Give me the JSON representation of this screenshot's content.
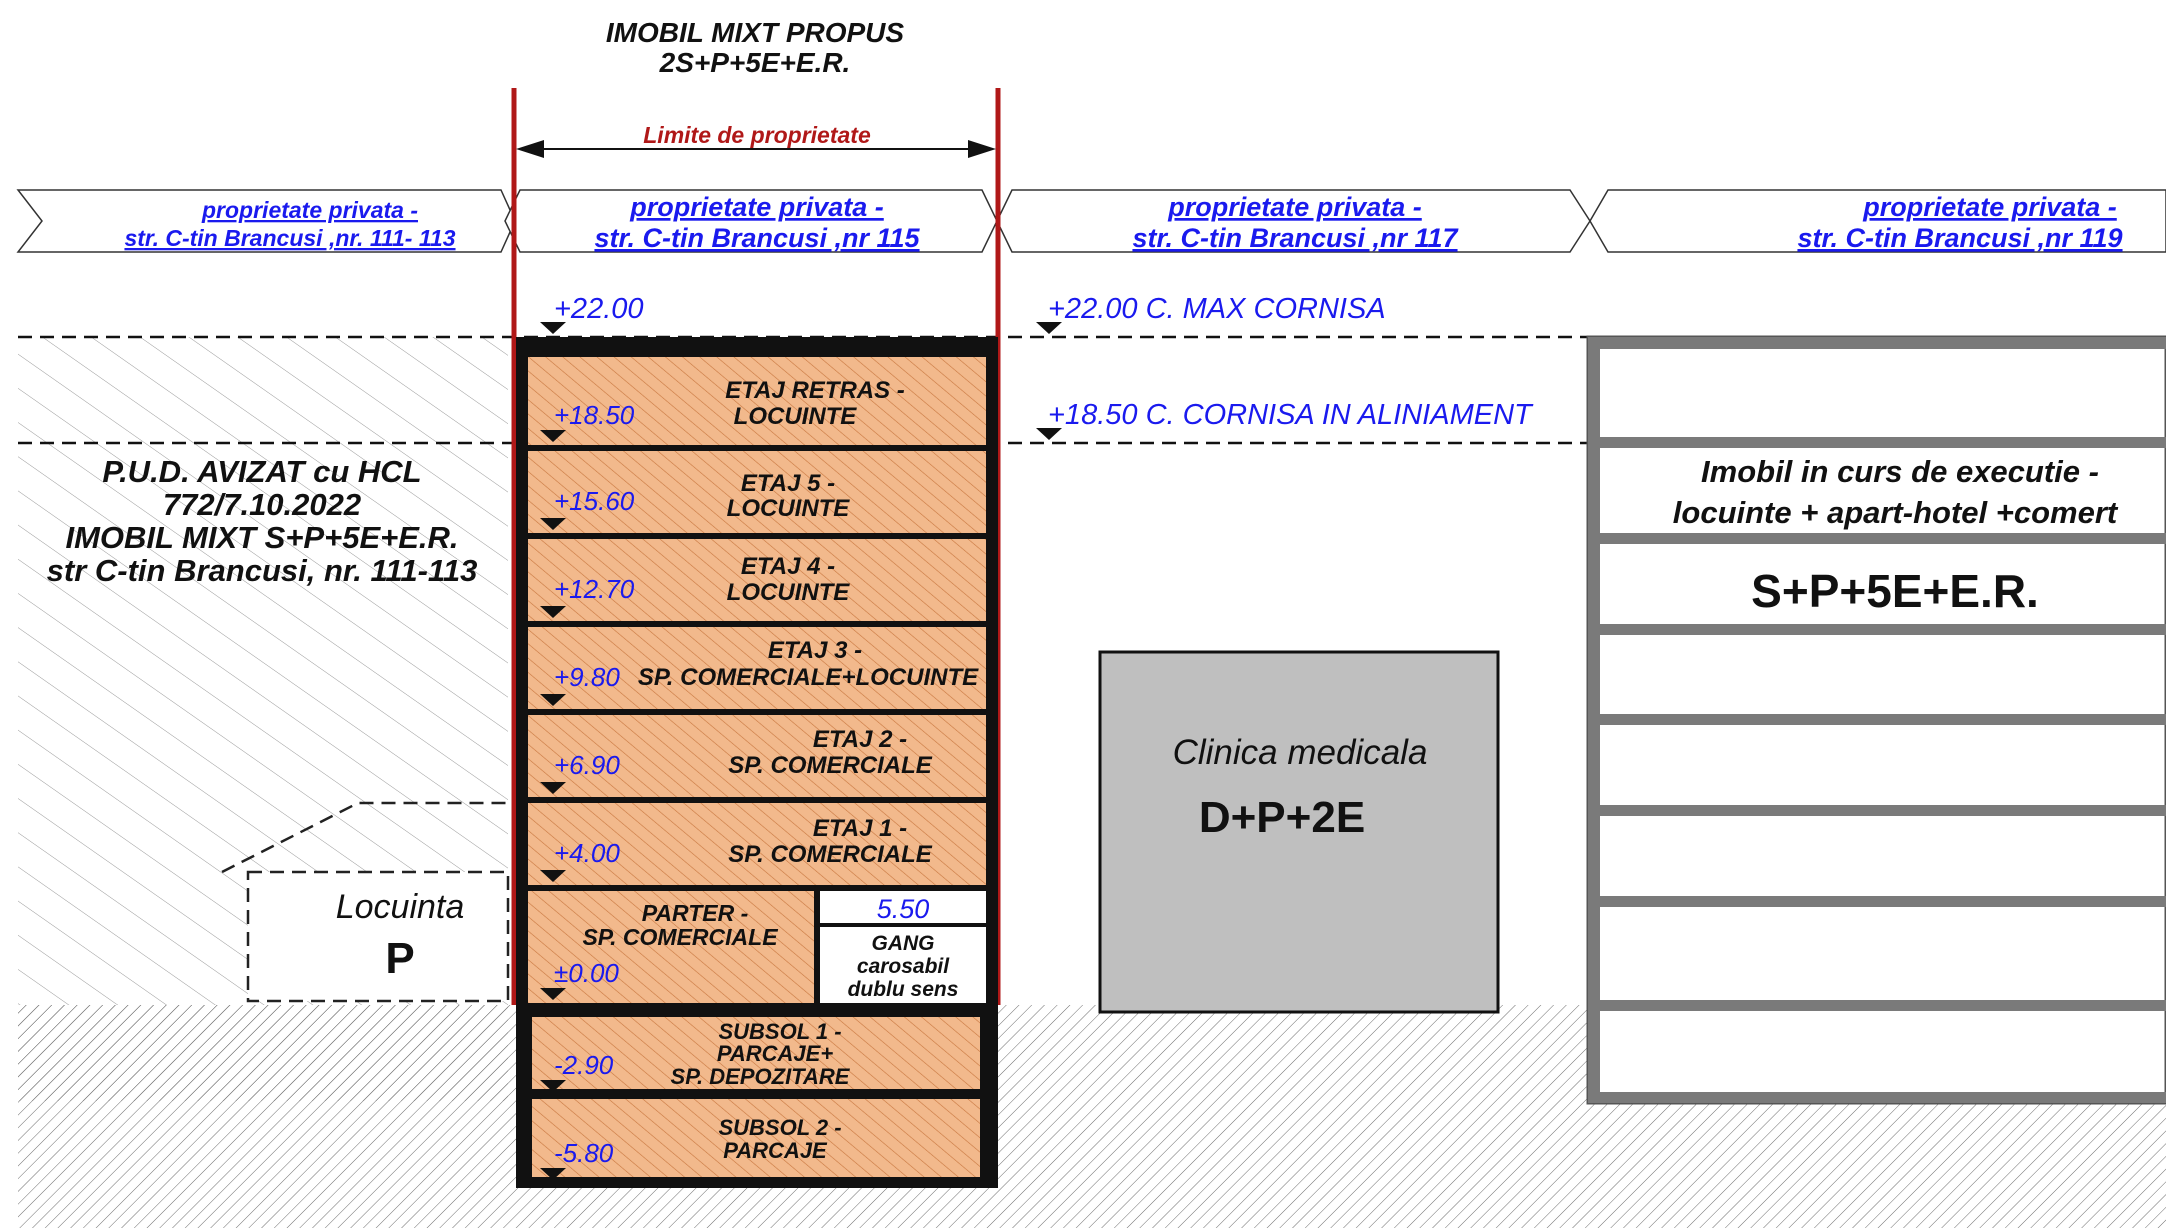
{
  "title": {
    "line1": "IMOBIL MIXT PROPUS",
    "line2": "2S+P+5E+E.R."
  },
  "property_limit_label": "Limite de proprietate",
  "parcels": [
    {
      "line1": "proprietate privata -",
      "line2": "str. C-tin Brancusi ,nr. 111- 113"
    },
    {
      "line1": "proprietate privata -",
      "line2": "str. C-tin Brancusi ,nr 115"
    },
    {
      "line1": "proprietate privata -",
      "line2": "str. C-tin Brancusi ,nr 117"
    },
    {
      "line1": "proprietate privata -",
      "line2": "str. C-tin Brancusi ,nr 119"
    }
  ],
  "levels": {
    "top_left": "+22.00",
    "cornice_max": "+22.00 C. MAX CORNISA",
    "cornice_alignment": "+18.50 C. CORNISA IN ALINIAMENT"
  },
  "floors": [
    {
      "level": "+18.50",
      "name1": "ETAJ RETRAS -",
      "name2": "LOCUINTE"
    },
    {
      "level": "+15.60",
      "name1": "ETAJ 5 -",
      "name2": "LOCUINTE"
    },
    {
      "level": "+12.70",
      "name1": "ETAJ 4 -",
      "name2": "LOCUINTE"
    },
    {
      "level": "+9.80",
      "name1": "ETAJ 3 -",
      "name2": "SP. COMERCIALE+LOCUINTE"
    },
    {
      "level": "+6.90",
      "name1": "ETAJ 2 -",
      "name2": "SP. COMERCIALE"
    },
    {
      "level": "+4.00",
      "name1": "ETAJ 1 -",
      "name2": "SP. COMERCIALE"
    },
    {
      "level": "±0.00",
      "name1": "PARTER -",
      "name2": "SP. COMERCIALE"
    }
  ],
  "basements": [
    {
      "level": "-2.90",
      "name1": "SUBSOL 1 -",
      "name2": "PARCAJE+",
      "name3": "SP. DEPOZITARE"
    },
    {
      "level": "-5.80",
      "name1": "SUBSOL 2 -",
      "name2": "PARCAJE"
    }
  ],
  "passage": {
    "width": "5.50",
    "line1": "GANG",
    "line2": "carosabil",
    "line3": "dublu sens"
  },
  "pud_note": {
    "line1": "P.U.D. AVIZAT cu HCL",
    "line2": "772/7.10.2022",
    "line3": "IMOBIL MIXT S+P+5E+E.R.",
    "line4": "str C-tin Brancusi, nr. 111-113"
  },
  "house": {
    "line1": "Locuinta",
    "line2": "P"
  },
  "clinic": {
    "line1": "Clinica medicala",
    "line2": "D+P+2E"
  },
  "right_building": {
    "line1": "Imobil in curs de executie -",
    "line2": "locuinte + apart-hotel +comert",
    "line3": "S+P+5E+E.R."
  },
  "colors": {
    "floor_fill": "#f2b98c",
    "floor_hatch": "#d4824a",
    "dim_red": "#b01818",
    "level_blue": "#1a1aee",
    "clinic_fill": "#bfbfbf",
    "building_frame": "#7a7a7a"
  }
}
